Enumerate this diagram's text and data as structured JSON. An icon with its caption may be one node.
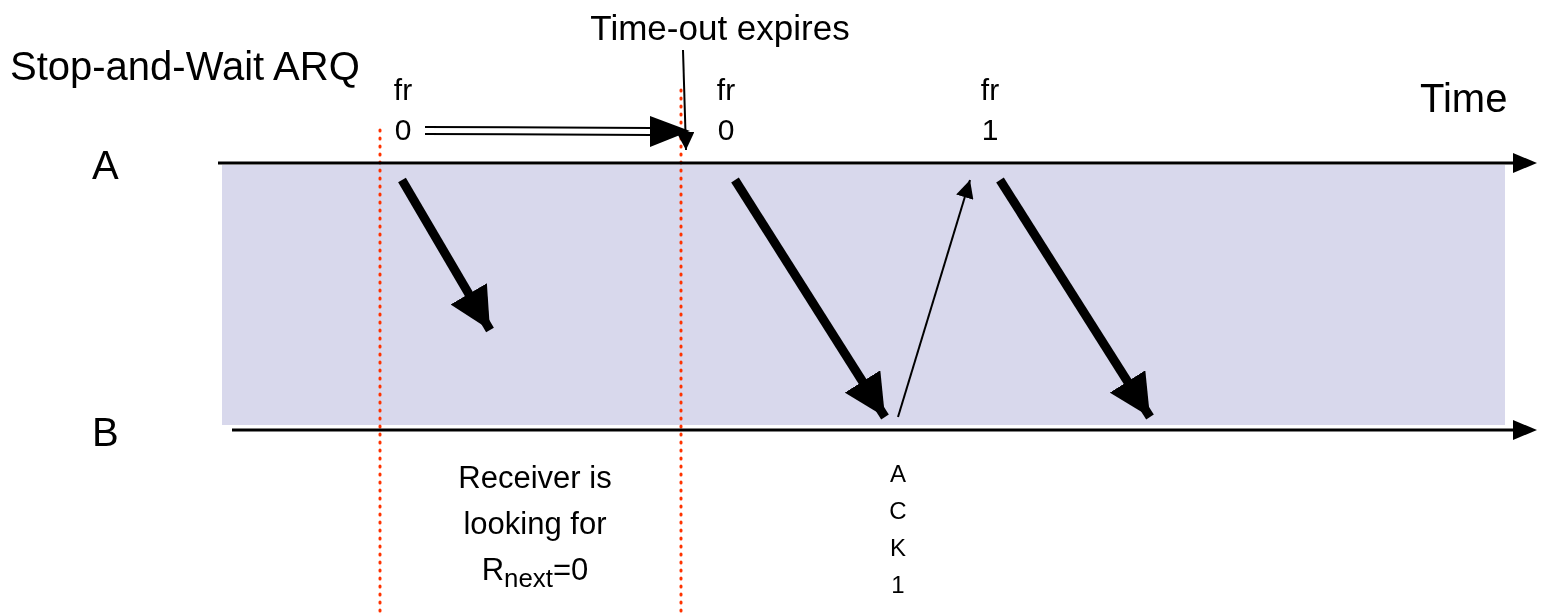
{
  "diagram": {
    "title": "Stop-and-Wait ARQ",
    "nodes": [
      {
        "text": [
          "Time-out expires"
        ]
      },
      {
        "text": [
          "A"
        ]
      },
      {
        "text": [
          "B"
        ]
      }
    ],
    "edges": [
      {
        "from": 0,
        "to": 1,
        "arrow": "to"
      },
      {
        "from": 1,
        "to": null,
        "arrow": "to",
        "label": "fr 0"
      },
      {
        "from": 1,
        "to": 2,
        "arrow": "to",
        "label": "fr 0"
      },
      {
        "from": 2,
        "to": 1,
        "arrow": "to",
        "label": "A C K 1"
      },
      {
        "from": 1,
        "to": 2,
        "arrow": "to",
        "label": "fr 1"
      }
    ],
    "labels": [
      "Time",
      "Receiver is looking for R$_{next}$=0"
    ]
  }
}
